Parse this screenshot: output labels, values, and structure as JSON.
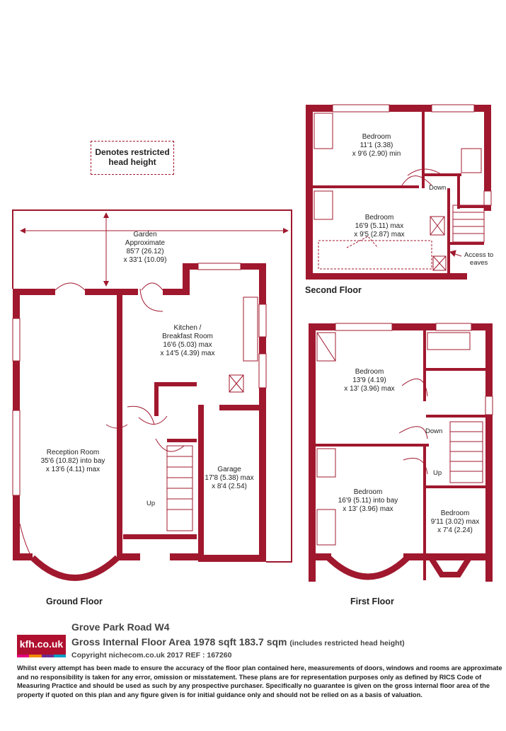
{
  "legend": {
    "line1": "Denotes restricted",
    "line2": "head height"
  },
  "rooms": {
    "garden": {
      "name": "Garden",
      "line1": "Approximate",
      "line2": "85'7 (26.12)",
      "line3": "x 33'1 (10.09)"
    },
    "kitchen": {
      "name": "Kitchen /",
      "line1": "Breakfast Room",
      "line2": "16'6 (5.03) max",
      "line3": "x 14'5 (4.39) max"
    },
    "reception": {
      "name": "Reception Room",
      "line1": "35'6 (10.82) into bay",
      "line2": "x 13'6 (4.11) max"
    },
    "garage": {
      "name": "Garage",
      "line1": "17'8 (5.38) max",
      "line2": "x 8'4 (2.54)"
    },
    "bed2f_1": {
      "name": "Bedroom",
      "line1": "11'1 (3.38)",
      "line2": "x 9'6 (2.90) min"
    },
    "bed2f_2": {
      "name": "Bedroom",
      "line1": "16'9 (5.11) max",
      "line2": "x 9'5 (2.87) max"
    },
    "bed1f_1": {
      "name": "Bedroom",
      "line1": "13'9 (4.19)",
      "line2": "x 13' (3.96) max"
    },
    "bed1f_2": {
      "name": "Bedroom",
      "line1": "16'9 (5.11) into bay",
      "line2": "x 13' (3.96) max"
    },
    "bed1f_3": {
      "name": "Bedroom",
      "line1": "9'11 (3.02) max",
      "line2": "x 7'4 (2.24)"
    }
  },
  "stairs": {
    "up": "Up",
    "down": "Down"
  },
  "eaves": {
    "line1": "Access to",
    "line2": "eaves"
  },
  "floors": {
    "ground": "Ground Floor",
    "first": "First Floor",
    "second": "Second Floor"
  },
  "footer": {
    "logo": "kfh.co.uk",
    "address": "Grove Park Road  W4",
    "gia": "Gross Internal Floor Area 1978 sqft 183.7 sqm",
    "gia_note": "(includes restricted head height)",
    "copyright": "Copyright nichecom.co.uk 2017 REF : 167260",
    "disclaimer": "Whilst every attempt has been made to ensure the accuracy of the floor plan contained here, measurements of doors, windows and rooms are approximate and no responsibility is taken for any error, omission or misstatement.  These plans are for representation purposes only as defined by RICS Code of Measuring Practice and should be used as such by any prospective purchaser.  Specifically no guarantee is given on the gross internal floor area of the property if quoted on this plan and any figure given is for initial guidance only and should not be relied on as a basis of valuation."
  },
  "colors": {
    "wall": "#a0182e",
    "logo_bg": "#b0102f",
    "strip": [
      "#e2007a",
      "#f08a00",
      "#6b2c91",
      "#00a0c6"
    ]
  }
}
